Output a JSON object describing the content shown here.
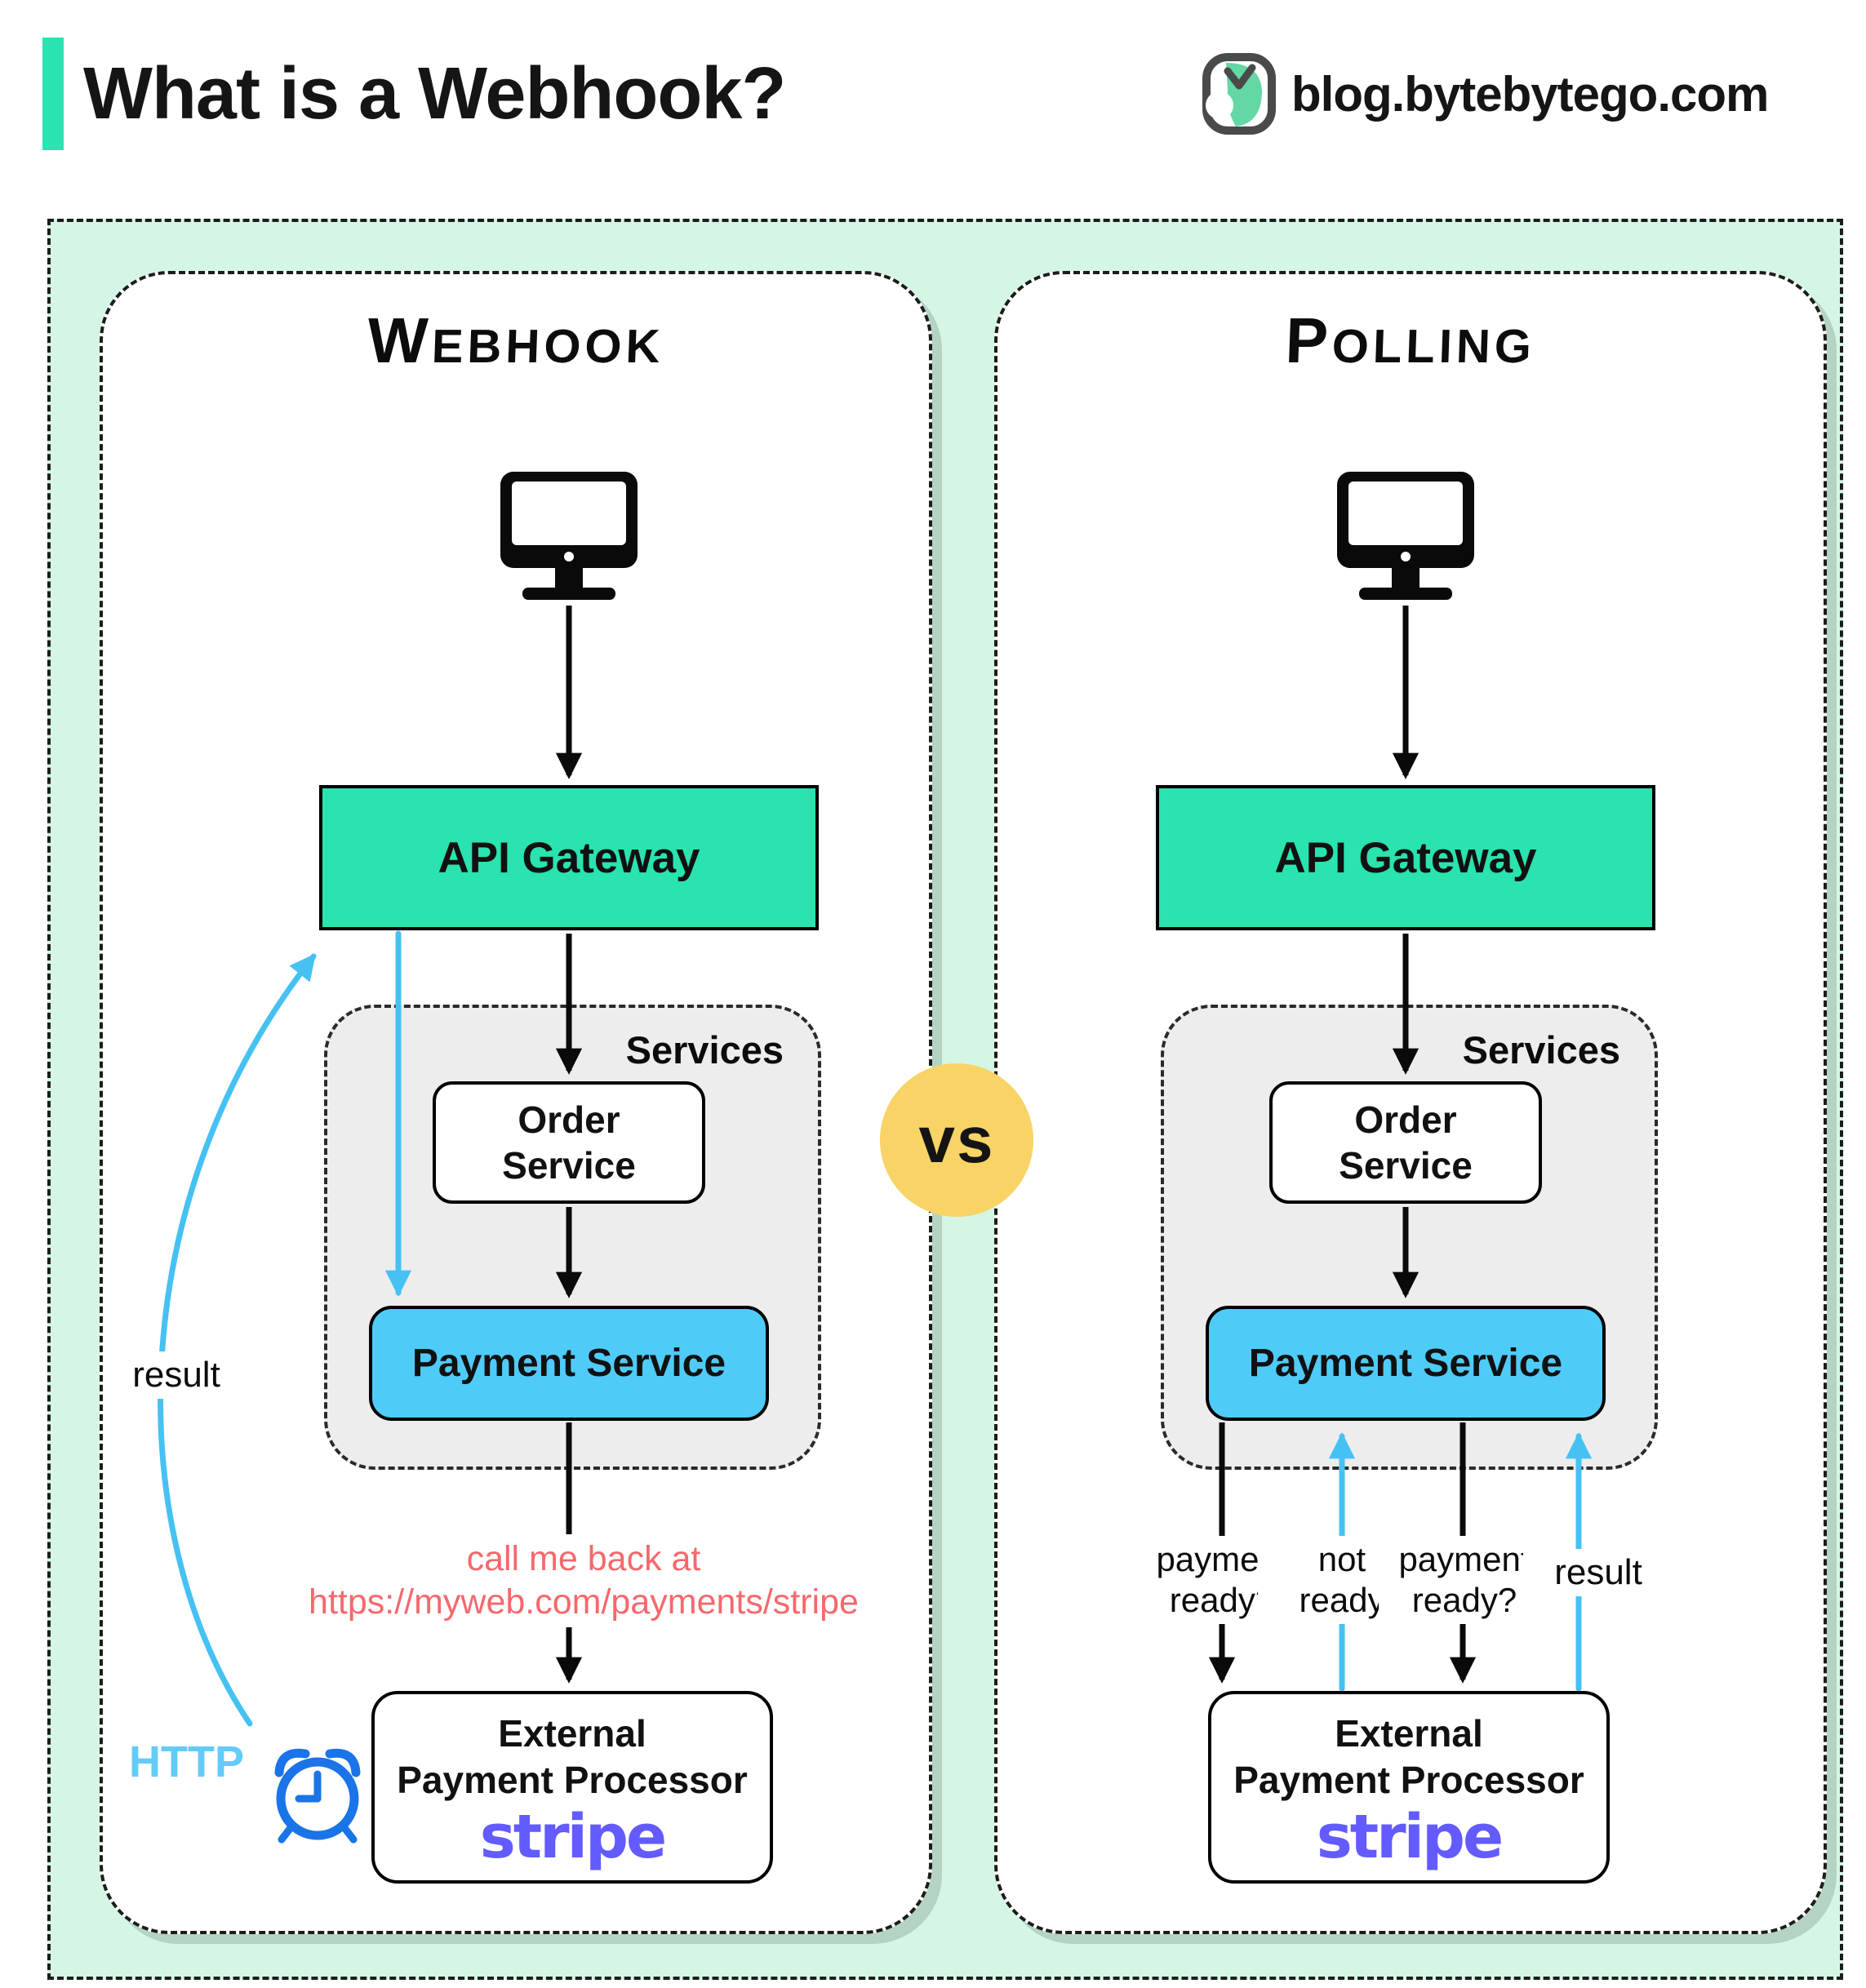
{
  "header": {
    "title": "What is a Webhook?",
    "brand": "blog.bytebytego.com"
  },
  "vs_badge": {
    "label": "vs"
  },
  "webhook": {
    "title": "Webhook",
    "api_gateway": "API Gateway",
    "services_label": "Services",
    "order_service": {
      "line1": "Order",
      "line2": "Service"
    },
    "payment_service": "Payment Service",
    "callback_note": {
      "line1": "call me back at",
      "line2": "https://myweb.com/payments/stripe"
    },
    "result_label": "result",
    "http_label": "HTTP",
    "external_processor": {
      "line1": "External",
      "line2": "Payment Processor",
      "logo": "stripe"
    }
  },
  "polling": {
    "title": "Polling",
    "api_gateway": "API Gateway",
    "services_label": "Services",
    "order_service": {
      "line1": "Order",
      "line2": "Service"
    },
    "payment_service": "Payment Service",
    "poll_labels": {
      "ask1": {
        "line1": "payment",
        "line2": "ready?"
      },
      "reply1": {
        "line1": "not",
        "line2": "ready"
      },
      "ask2": {
        "line1": "payment",
        "line2": "ready?"
      },
      "result": "result"
    },
    "external_processor": {
      "line1": "External",
      "line2": "Payment Processor",
      "logo": "stripe"
    }
  },
  "colors": {
    "mint_background": "#d5f6e4",
    "accent_teal": "#2ae3b0",
    "api_gateway_fill": "#2ae3af",
    "payment_service_fill": "#4fcbf8",
    "services_fill": "#ededed",
    "arrow_black": "#0a0a0a",
    "arrow_blue": "#46c1f3",
    "http_label_blue": "#63cbf7",
    "alarm_clock_blue": "#1a74e8",
    "callback_text_red": "#f6686c",
    "stripe_purple": "#635bff",
    "vs_yellow": "#f8d365"
  }
}
